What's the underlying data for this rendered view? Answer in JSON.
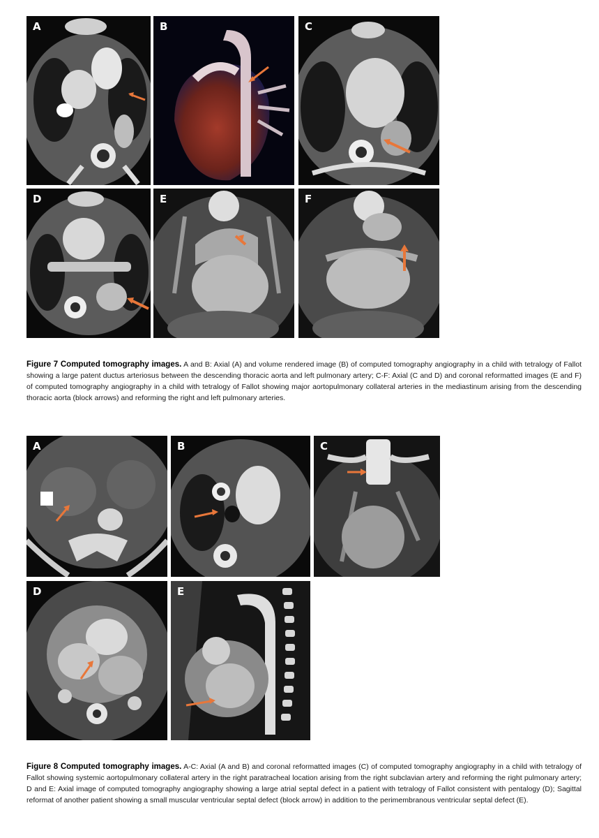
{
  "figure7": {
    "panels": [
      "A",
      "B",
      "C",
      "D",
      "E",
      "F"
    ],
    "title": "Figure 7 Computed tomography images.",
    "text": "A and B: Axial (A) and volume rendered image (B) of computed tomography angiography in a child with tetralogy of Fallot showing a large patent ductus arteriosus between the descending thoracic aorta and left pulmonary artery; C-F: Axial (C and D) and coronal reformatted images (E and F) of computed tomography angiography in a child with tetralogy of Fallot showing major aortopulmonary collateral arteries in the mediastinum arising from the descending thoracic aorta (block arrows) and reforming the right and left pulmonary arteries."
  },
  "figure8": {
    "panels": [
      "A",
      "B",
      "C",
      "D",
      "E"
    ],
    "title": "Figure 8 Computed tomography images.",
    "text": "A-C: Axial (A and B) and coronal reformatted images (C) of computed tomography angiography in a child with tetralogy of Fallot showing systemic aortopulmonary collateral artery in the right paratracheal location arising from the right subclavian artery and reforming the right pulmonary artery; D and E: Axial image of computed tomography angiography showing a large atrial septal defect in a patient with tetralogy of Fallot consistent with pentalogy (D); Sagittal reformat of another patient showing a small muscular ventricular septal defect (block arrow) in addition to the perimembranous ventricular septal defect (E)."
  },
  "colors": {
    "arrow": "#e8773a",
    "panel_bg": "#0a0a0a"
  }
}
